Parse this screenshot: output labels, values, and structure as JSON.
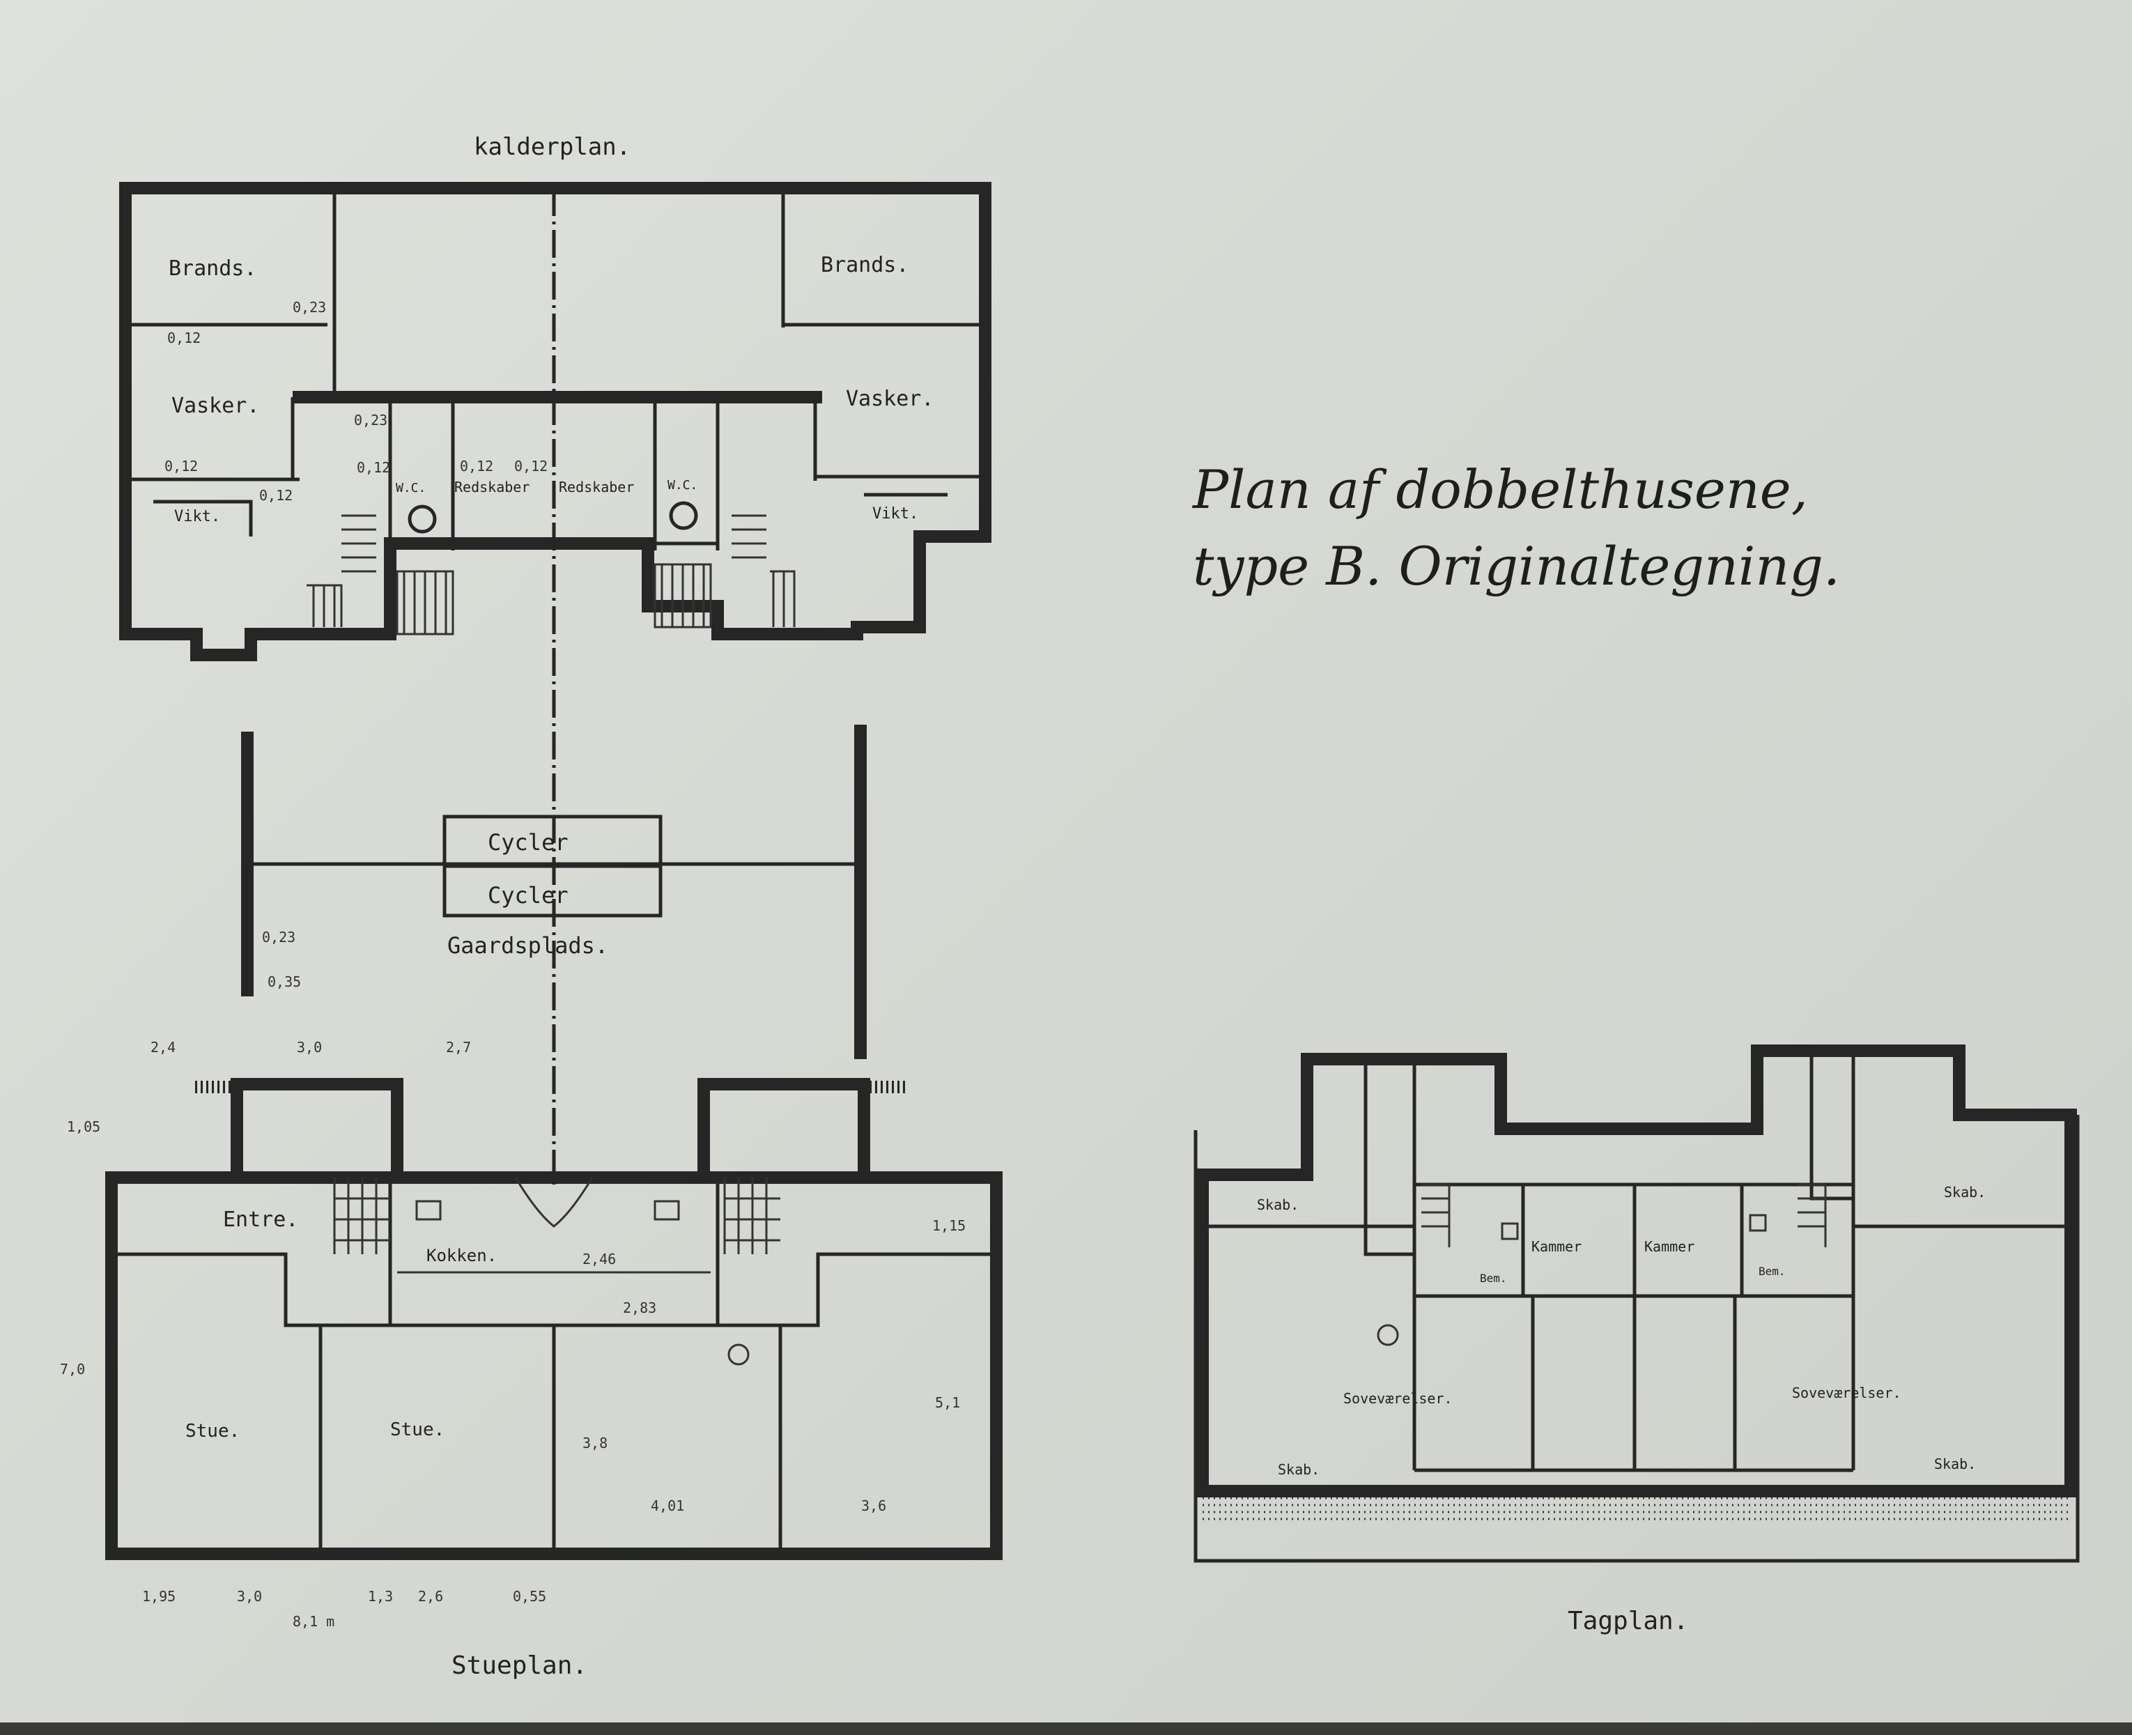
{
  "caption": {
    "line1": "Plan af dobbelthusene,",
    "line2": "type B. Originaltegning."
  },
  "plans": {
    "basement": {
      "title": "kalderplan.",
      "rooms": {
        "brands_left": "Brands.",
        "brands_right": "Brands.",
        "vasker_left": "Vasker.",
        "vasker_right": "Vasker.",
        "vikt_left": "Vikt.",
        "vikt_right": "Vikt.",
        "wc_left": "W.C.",
        "wc_right": "W.C.",
        "redskaber_left": "Redskaber",
        "redskaber_right": "Redskaber"
      },
      "dims": [
        "0,12",
        "0,23",
        "0,12",
        "0,12",
        "0,23",
        "0,12",
        "0,12",
        "0,12"
      ]
    },
    "yard": {
      "cycler_top": "Cycler",
      "cycler_bottom": "Cycler",
      "gaardsplads": "Gaardsplads.",
      "dims": [
        "0,23",
        "0,35"
      ]
    },
    "ground": {
      "title": "Stueplan.",
      "rooms": {
        "entre": "Entre.",
        "kokken": "Kokken.",
        "stue_1": "Stue.",
        "stue_2": "Stue."
      },
      "dims_top": [
        "2,4",
        "3,0",
        "2,7"
      ],
      "dims_inner": [
        "2,46",
        "2,83",
        "1,15",
        "5,1",
        "3,8",
        "4,01",
        "3,6"
      ],
      "dims_side": [
        "7,0",
        "1,05"
      ],
      "dims_bottom": [
        "1,95",
        "3,0",
        "1,3",
        "2,6",
        "0,55"
      ],
      "total_width": "8,1 m"
    },
    "roof": {
      "title": "Tagplan.",
      "rooms": {
        "skab_tl": "Skab.",
        "skab_tr": "Skab.",
        "skab_bl": "Skab.",
        "skab_br": "Skab.",
        "kammer_l": "Kammer",
        "kammer_r": "Kammer",
        "sovevaerelser_l": "Soveværelser.",
        "sovevaerelser_r": "Soveværelser.",
        "bem_l": "Bem.",
        "bem_r": "Bem."
      }
    }
  }
}
